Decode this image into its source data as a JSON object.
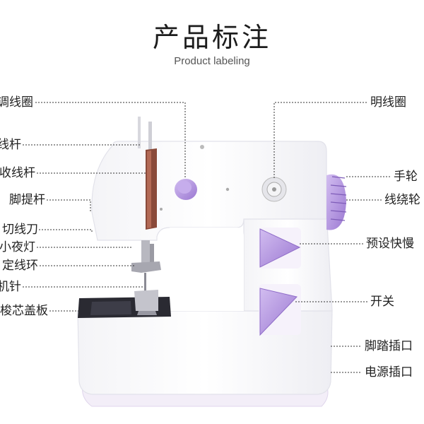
{
  "header": {
    "title": "产品标注",
    "subtitle": "Product labeling"
  },
  "labels_left": [
    "调线圈",
    "线杆",
    "收线杆",
    "脚提杆",
    "切线刀",
    "小夜灯",
    "定线环",
    "机针",
    "梭芯盖板"
  ],
  "labels_right": [
    "明线圈",
    "手轮",
    "线绕轮",
    "预设快慢",
    "开关",
    "脚踏插口",
    "电源插口"
  ],
  "colors": {
    "body": "#ffffff",
    "accent": "#b898e0",
    "accent_dark": "#8f6cc8",
    "leader_line": "#333333",
    "shadow": "#e6e6ec"
  },
  "icons": [
    "sewing-machine-illustration"
  ]
}
